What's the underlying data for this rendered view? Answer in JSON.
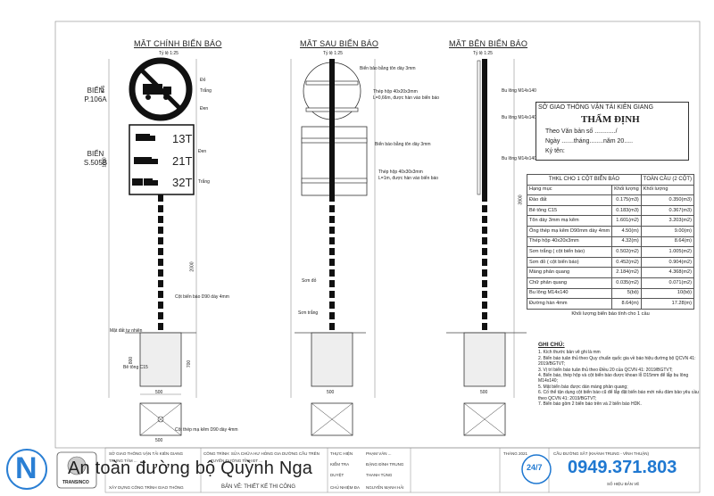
{
  "views": {
    "front": {
      "title": "MẶT CHÍNH BIỂN BÁO",
      "scale": "Tỷ lệ 1:25"
    },
    "back": {
      "title": "MẶT SAU BIỂN BÁO",
      "scale": "Tỷ lệ 1:25"
    },
    "side": {
      "title": "MẶT BÊN BIỂN BÁO",
      "scale": "Tỷ lệ 1:25"
    }
  },
  "signs": {
    "upper": {
      "name": "BIỂN\nP.106A"
    },
    "lower": {
      "name": "BIỂN\nS.505B",
      "rows": [
        "13T",
        "21T",
        "32T"
      ]
    }
  },
  "callouts": {
    "do": "Đỏ",
    "trang": "Trắng",
    "den": "Đen",
    "den2": "Đen",
    "trang2": "Trắng",
    "ong_chinh": "Cột biển báo D90 dày 4mm",
    "mat_dat": "Mặt đất tự nhiên",
    "be_tong": "Bê tông C15",
    "thep_ma_kem": "Cột thép mạ kẽm D90 dày 4mm",
    "bat_bien1": "Biển bảo bằng tôn dày 3mm",
    "thep_hop1": "Thép hộp 40x20x3mm",
    "thep_hop1b": "L=0,66m, được hàn vào biển báo",
    "bat_bien2": "Biển báo bằng tôn dày 3mm",
    "thep_hop2": "Thép hộp 40x30x3mm",
    "thep_hop2b": "L=1m, được hàn vào biển báo",
    "son_do": "Sơn đỏ",
    "son_trang": "Sơn trắng",
    "bu_long1": "Bu lông M14x140",
    "bu_long2": "Bu lông M14x140",
    "bu_long3": "Bu lông M14x140"
  },
  "dims": {
    "d875": "875",
    "d1000": "1000",
    "d2000": "2000",
    "d3900": "3900",
    "d800": "800",
    "d700": "700",
    "d500": "500",
    "d500b": "500",
    "d500c": "500",
    "d500d": "500"
  },
  "stamp": {
    "org": "SỞ GIAO THÔNG VẬN TẢI KIÊN GIANG",
    "title": "THẨM ĐỊNH",
    "l1": "Theo Văn bản số ............/",
    "l2": "Ngày .......tháng........năm 20.....",
    "l3": "Ký tên:"
  },
  "materials": {
    "header_group": "THKL CHO 1 CỘT BIỂN BÁO",
    "header_total": "TOÀN CẦU (2 CỘT)",
    "col_item": "Hạng mục",
    "col_qty": "Khối lượng",
    "col_qty2": "Khối lượng",
    "rows": [
      {
        "item": "Đào đất",
        "q1": "0.175",
        "u1": "(m3)",
        "q2": "0.350",
        "u2": "(m3)"
      },
      {
        "item": "Bê tông C15",
        "q1": "0.183",
        "u1": "(m3)",
        "q2": "0.367",
        "u2": "(m3)"
      },
      {
        "item": "Tôn dày 3mm mạ kẽm",
        "q1": "1.601",
        "u1": "(m2)",
        "q2": "3.203",
        "u2": "(m2)"
      },
      {
        "item": "Ống thép mạ kẽm D90mm dày 4mm",
        "q1": "4.50",
        "u1": "(m)",
        "q2": "9.00",
        "u2": "(m)"
      },
      {
        "item": "Thép hộp 40x20x3mm",
        "q1": "4.32",
        "u1": "(m)",
        "q2": "8.64",
        "u2": "(m)"
      },
      {
        "item": "Sơn trắng ( cột biển báo)",
        "q1": "0.502",
        "u1": "(m2)",
        "q2": "1.005",
        "u2": "(m2)"
      },
      {
        "item": "Sơn đỏ ( cột biển báo)",
        "q1": "0.452",
        "u1": "(m2)",
        "q2": "0.904",
        "u2": "(m2)"
      },
      {
        "item": "Màng phản quang",
        "q1": "2.184",
        "u1": "(m2)",
        "q2": "4.368",
        "u2": "(m2)"
      },
      {
        "item": "Chữ phản quang",
        "q1": "0.035",
        "u1": "(m2)",
        "q2": "0.071",
        "u2": "(m2)"
      },
      {
        "item": "Bu lông M14x140",
        "q1": "5",
        "u1": "(bộ)",
        "q2": "10",
        "u2": "(bộ)"
      },
      {
        "item": "Đường hàn 4mm",
        "q1": "8.64",
        "u1": "(m)",
        "q2": "17.28",
        "u2": "(m)"
      }
    ],
    "footer": "Khối lượng biển báo tính cho 1 cầu"
  },
  "notes": {
    "heading": "GHI CHÚ:",
    "items": [
      "1. Kích thước bản vẽ ghi là mm",
      "2. Biển báo tuân thủ theo Quy chuẩn quốc gia về báo hiệu đường bộ QCVN 41: 2019/BGTVT;",
      "3. Vị trí biển báo tuân thủ theo Điều 20 của QCVN 41: 2019/BGTVT;",
      "4. Biển báo, thép hộp và cột biển báo được khoan lỗ D15mm để lắp bu lông M14x140;",
      "5. Mặt biển báo được dán màng phản quang;",
      "6. Cố thể tận dụng cột biển báo cũ để lắp đặt biển báo mới nếu đảm bảo yêu cầu theo QCVN 41: 2019/BGTVT;",
      "7. Biển báo gồm 2 biển báo trên và 2 biển báo HDK."
    ]
  },
  "title_block": {
    "c1a": "SỞ GIAO THÔNG VẬN TẢI KIÊN GIANG",
    "c1b": "TRUNG TÂM ...",
    "c1c": "XÂY DỰNG CÔNG TRÌNH GIAO THÔNG",
    "c2a": "CÔNG TRÌNH: SỬA CHỮA HƯ HỎNG GIA DƯỜNG CẦU TRÊN",
    "c2b": "TUYẾN ĐƯỜNG TỈNH ĐT ...",
    "c2c": "BẢN VẼ: THIẾT KẾ THI CÔNG",
    "c3a": "THỰC HIỆN",
    "c3b": "PHẠM VĂN ...",
    "c3c": "KIỂM TRA",
    "c3d": "ĐẶNG ĐÌNH TRUNG",
    "c3e": "DUYỆT",
    "c3f": "THANH TÙNG",
    "c3g": "CHỦ NHIỆM ĐA",
    "c3h": "NGUYỄN MẠNH HẢI",
    "c4": "THÁNG 2021",
    "c5a": "CẦU ĐƯỜNG SẮT (KHÁNH TRUNG - VĨNH THUẬN)",
    "c5b": "SỐ HIỆU BẢN VẼ"
  },
  "branding": {
    "name": "An toàn đường bộ Quỳnh Nga",
    "logo_letter": "N",
    "badge": "24/7",
    "phone": "0949.371.803",
    "transinco": "TRANSINCO"
  }
}
